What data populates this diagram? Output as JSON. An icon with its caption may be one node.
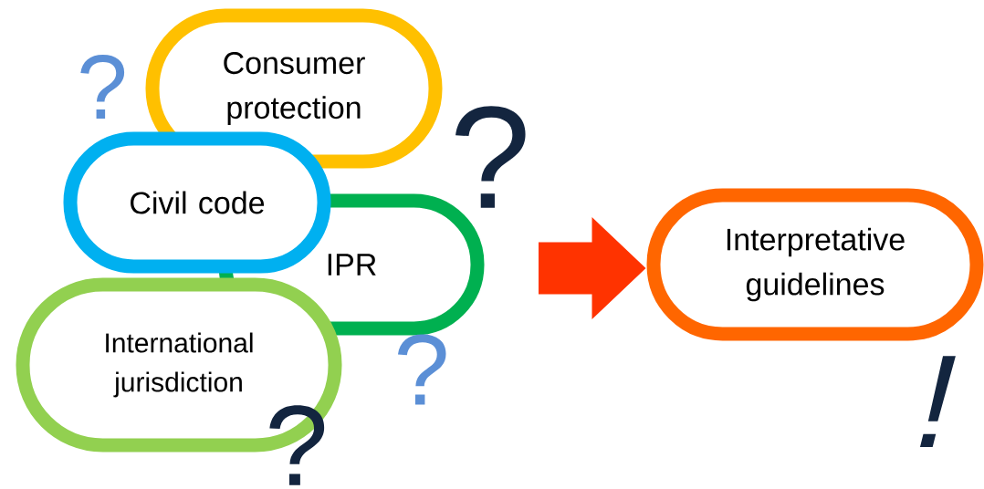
{
  "diagram": {
    "nodes": [
      {
        "text": [
          "Consumer protection"
        ]
      },
      {
        "text": [
          "Civil code"
        ]
      },
      {
        "text": [
          "IPR"
        ]
      },
      {
        "text": [
          "International jurisdiction"
        ]
      },
      {
        "text": [
          "Interpretative guidelines"
        ]
      }
    ],
    "edges": [
      {
        "from": null,
        "to": 4,
        "arrow": "to"
      }
    ],
    "labels": [
      "?",
      "?",
      "?",
      "?",
      "!"
    ]
  }
}
